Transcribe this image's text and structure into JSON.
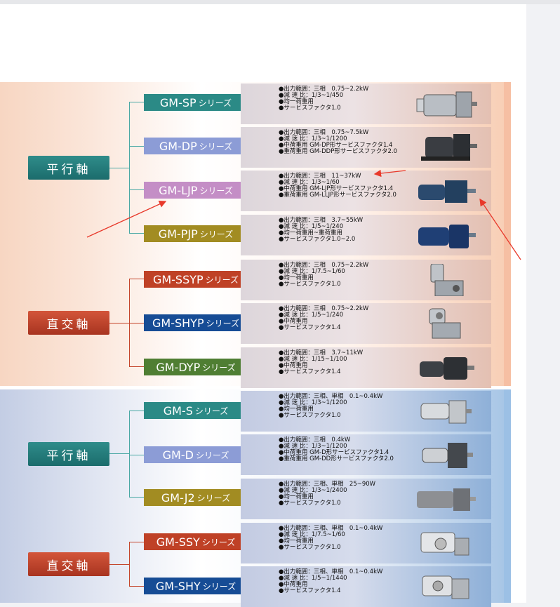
{
  "groups": [
    {
      "categories": [
        {
          "label": "平行軸",
          "color": "#2f8c8a"
        },
        {
          "label": "直交軸",
          "color": "#c24a30"
        }
      ],
      "series": [
        {
          "name": "GM-SP",
          "suffix": "シリーズ",
          "color": "#2b8a86",
          "specs": [
            "●出力範囲：三相　0.75~2.2kW",
            "●減 速 比：1/3~1/450",
            "●均一荷重用",
            "●サービスファクタ1.0"
          ]
        },
        {
          "name": "GM-DP",
          "suffix": "シリーズ",
          "color": "#8c9cd6",
          "specs": [
            "●出力範囲：三相　0.75~7.5kW",
            "●減 速 比：1/3~1/1200",
            "●中荷重用 GM-DP形サービスファクタ1.4",
            "●重荷重用 GM-DDP形サービスファクタ2.0"
          ]
        },
        {
          "name": "GM-LJP",
          "suffix": "シリーズ",
          "color": "#c48ec6",
          "specs": [
            "●出力範囲：三相　11~37kW",
            "●減 速 比：1/3~1/60",
            "●中荷重用 GM-LJP形サービスファクタ1.4",
            "●重荷重用 GM-LLJP形サービスファクタ2.0"
          ]
        },
        {
          "name": "GM-PJP",
          "suffix": "シリーズ",
          "color": "#a28c22",
          "specs": [
            "●出力範囲：三相　3.7~55kW",
            "●減 速 比：1/5~1/240",
            "●均一荷重用~重荷重用",
            "●サービスファクタ1.0~2.0"
          ]
        },
        {
          "name": "GM-SSYP",
          "suffix": "シリーズ",
          "color": "#bf4126",
          "specs": [
            "●出力範囲：三相　0.75~2.2kW",
            "●減 速 比：1/7.5~1/60",
            "●均一荷重用",
            "●サービスファクタ1.0"
          ]
        },
        {
          "name": "GM-SHYP",
          "suffix": "シリーズ",
          "color": "#164c95",
          "specs": [
            "●出力範囲：三相　0.75~2.2kW",
            "●減 速 比：1/5~1/240",
            "●中荷重用",
            "●サービスファクタ1.4"
          ]
        },
        {
          "name": "GM-DYP",
          "suffix": "シリーズ",
          "color": "#4f7e33",
          "specs": [
            "●出力範囲：三相　3.7~11kW",
            "●減 速 比：1/15~1/100",
            "●中荷重用",
            "●サービスファクタ1.4"
          ]
        }
      ]
    },
    {
      "categories": [
        {
          "label": "平行軸",
          "color": "#2f8c8a"
        },
        {
          "label": "直交軸",
          "color": "#c24a30"
        }
      ],
      "series": [
        {
          "name": "GM-S",
          "suffix": "シリーズ",
          "color": "#2b8a86",
          "specs": [
            "●出力範囲：三相、単相　0.1~0.4kW",
            "●減 速 比：1/3~1/1200",
            "●均一荷重用",
            "●サービスファクタ1.0"
          ]
        },
        {
          "name": "GM-D",
          "suffix": "シリーズ",
          "color": "#8c9cd6",
          "specs": [
            "●出力範囲：三相　0.4kW",
            "●減 速 比：1/3~1/1200",
            "●中荷重用 GM-D形サービスファクタ1.4",
            "●重荷重用 GM-DD形サービスファクタ2.0"
          ]
        },
        {
          "name": "GM-J2",
          "suffix": "シリーズ",
          "color": "#a28c22",
          "specs": [
            "●出力範囲：三相、単相　25~90W",
            "●減 速 比：1/3~1/2400",
            "●均一荷重用",
            "●サービスファクタ1.0"
          ]
        },
        {
          "name": "GM-SSY",
          "suffix": "シリーズ",
          "color": "#bf4126",
          "specs": [
            "●出力範囲：三相、単相　0.1~0.4kW",
            "●減 速 比：1/7.5~1/60",
            "●均一荷重用",
            "●サービスファクタ1.0"
          ]
        },
        {
          "name": "GM-SHY",
          "suffix": "シリーズ",
          "color": "#164c95",
          "specs": [
            "●出力範囲：三相、単相　0.1~0.4kW",
            "●減 速 比：1/5~1/1440",
            "●中荷重用",
            "●サービスファクタ1.4"
          ]
        }
      ]
    }
  ],
  "annotations": {
    "arrow_color": "#e8392b"
  }
}
